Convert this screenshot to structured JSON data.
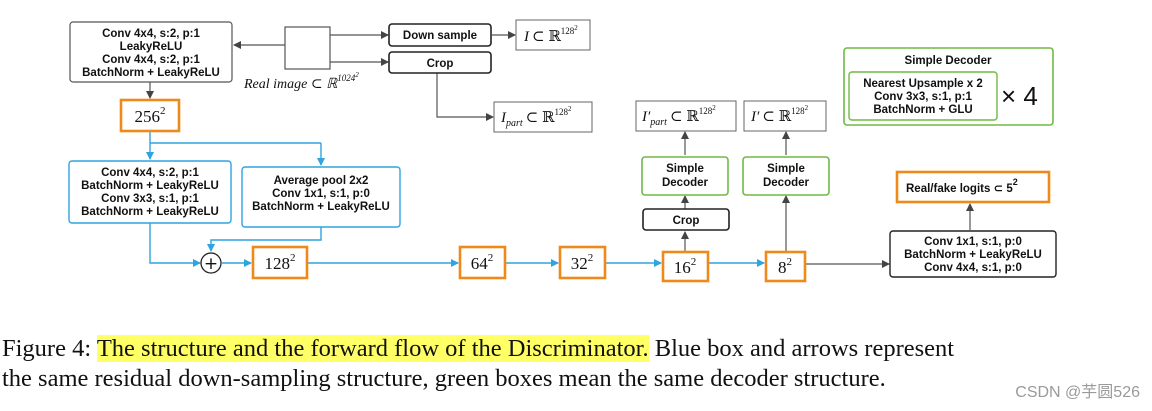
{
  "diagram": {
    "boxes": {
      "input_conv": [
        "Conv 4x4, s:2, p:1",
        "LeakyReLU",
        "Conv 4x4, s:2, p:1",
        "BatchNorm + LeakyReLU"
      ],
      "downsample": "Down sample",
      "crop_top": "Crop",
      "res_conv": [
        "Conv 4x4, s:2, p:1",
        "BatchNorm + LeakyReLU",
        "Conv 3x3, s:1, p:1",
        "BatchNorm + LeakyReLU"
      ],
      "res_pool": [
        "Average pool 2x2",
        "Conv 1x1, s:1, p:0",
        "BatchNorm + LeakyReLU"
      ],
      "decoder_a": [
        "Simple",
        "Decoder"
      ],
      "decoder_b": [
        "Simple",
        "Decoder"
      ],
      "crop_mid": "Crop",
      "final_conv": [
        "Conv 1x1, s:1, p:0",
        "BatchNorm + LeakyReLU",
        "Conv 4x4, s:1, p:0"
      ],
      "logits_label": "Real/fake logits ⊂ 5",
      "logits_exp": "2"
    },
    "real_image": {
      "label": "Real image ⊂ ℝ",
      "exp": "1024",
      "exp_sup": "2"
    },
    "outputs": {
      "I": {
        "sym": "I",
        "rel": "⊂ ℝ",
        "exp": "128",
        "exp_sup": "2"
      },
      "I_part": {
        "sym": "I",
        "sub": "part",
        "rel": "⊂ ℝ",
        "exp": "128",
        "exp_sup": "2"
      },
      "I_prime_part": {
        "sym": "I′",
        "sub": "part",
        "rel": "⊂ ℝ",
        "exp": "128",
        "exp_sup": "2"
      },
      "I_prime": {
        "sym": "I′",
        "rel": "⊂ ℝ",
        "exp": "128",
        "exp_sup": "2"
      }
    },
    "features": [
      {
        "base": "256",
        "exp": "2"
      },
      {
        "base": "128",
        "exp": "2"
      },
      {
        "base": "64",
        "exp": "2"
      },
      {
        "base": "32",
        "exp": "2"
      },
      {
        "base": "16",
        "exp": "2"
      },
      {
        "base": "8",
        "exp": "2"
      }
    ],
    "simple_decoder_panel": {
      "title": "Simple Decoder",
      "lines": [
        "Nearest Upsample x 2",
        "Conv 3x3, s:1, p:1",
        "BatchNorm + GLU"
      ],
      "times": "× 4"
    },
    "plus_symbol": "+",
    "colors": {
      "blue": "#2fa4e0",
      "orange": "#ee8a1c",
      "green": "#6fba44",
      "dark": "#333333"
    }
  },
  "caption": {
    "prefix": "Figure 4: ",
    "highlight": "The structure and the forward flow of the Discriminator.",
    "rest1": " Blue box and arrows represent",
    "line2": "the same residual down-sampling structure, green boxes mean the same decoder structure."
  },
  "watermark": "CSDN @芋圆526"
}
